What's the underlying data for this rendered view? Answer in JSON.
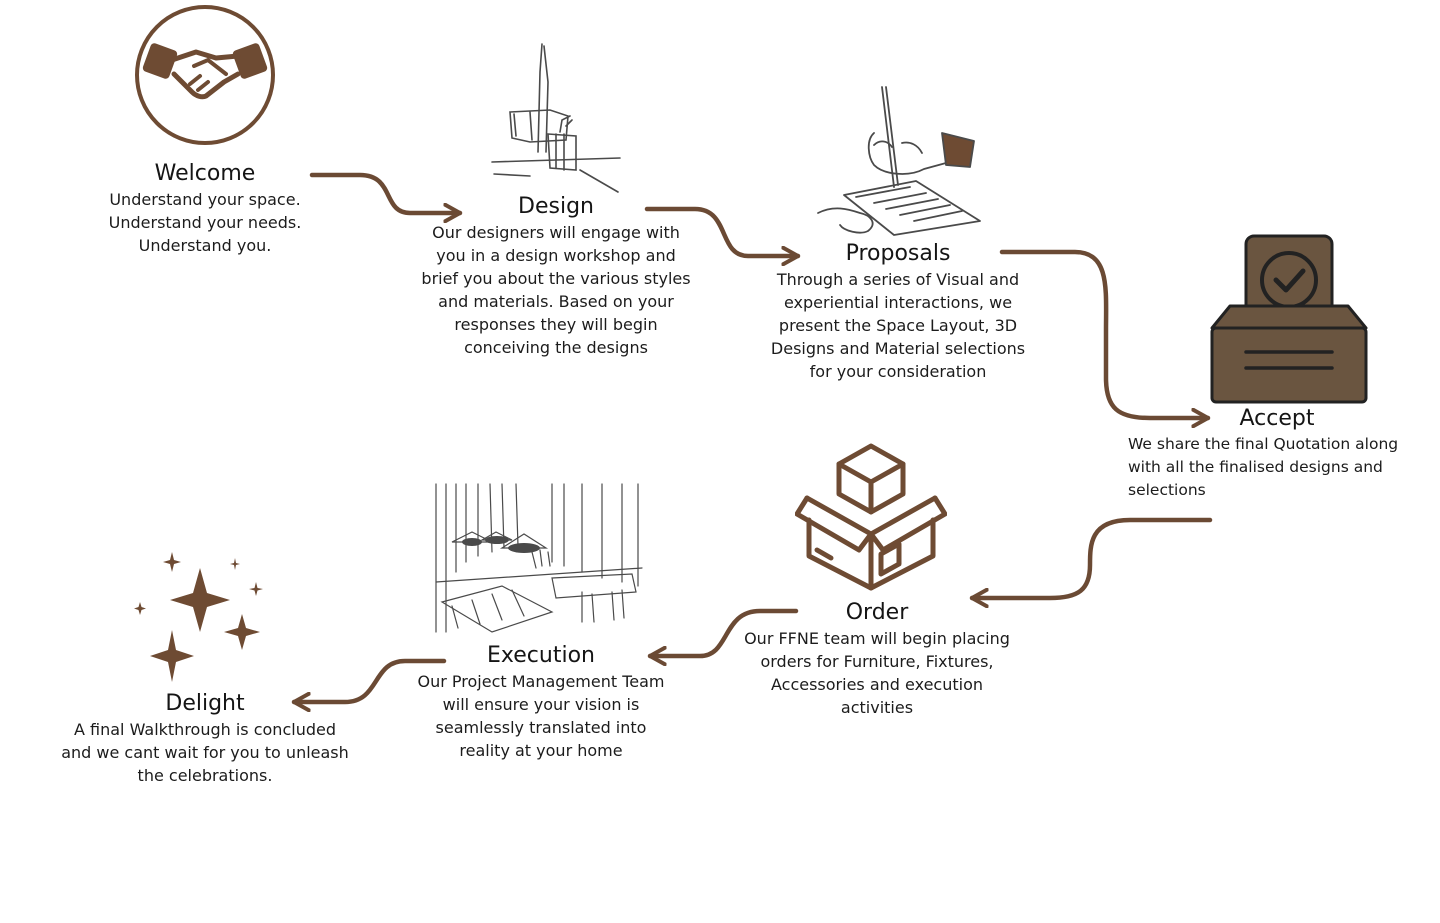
{
  "colors": {
    "brand_brown": "#6e4b33",
    "box_fill": "#6a5540",
    "line": "#6b4a34",
    "sketch": "#4a4a4a"
  },
  "steps": {
    "welcome": {
      "icon": "handshake-icon",
      "title": "Welcome",
      "description": "Understand your space.\nUnderstand your needs.\nUnderstand you."
    },
    "design": {
      "icon": "design-sketch-icon",
      "title": "Design",
      "description": "Our designers will engage with\nyou in a design workshop and\nbrief you about the various styles\nand materials. Based on your\nresponses they will begin\nconceiving the  designs"
    },
    "proposals": {
      "icon": "signing-hand-icon",
      "title": "Proposals",
      "description": "Through a series of Visual and\nexperiential interactions, we\npresent the Space Layout, 3D\nDesigns and Material selections\nfor your consideration"
    },
    "accept": {
      "icon": "ballot-box-check-icon",
      "title": "Accept",
      "description": "We share the final Quotation along\nwith all the finalised designs and\nselections"
    },
    "order": {
      "icon": "package-box-icon",
      "title": "Order",
      "description": "Our FFNE team will begin placing\norders for Furniture, Fixtures,\nAccessories and execution\nactivities"
    },
    "execution": {
      "icon": "interior-sketch-icon",
      "title": "Execution",
      "description": "Our Project Management Team\nwill ensure your vision is\nseamlessly translated into\nreality at your home"
    },
    "delight": {
      "icon": "sparkles-icon",
      "title": "Delight",
      "description": "A final Walkthrough is concluded\nand we cant wait for you to unleash\nthe celebrations."
    }
  }
}
